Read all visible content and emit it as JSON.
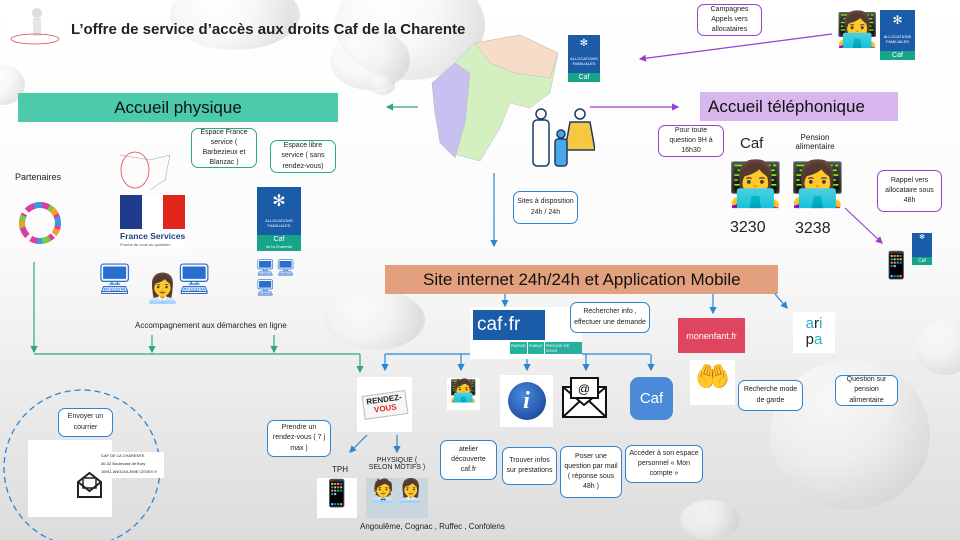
{
  "title": "L’offre de service d’accès aux droits Caf de la Charente",
  "colors": {
    "accueil_physique": "#4dc9ab",
    "accueil_telephonique": "#d8b6ee",
    "site_internet": "#e3a07e",
    "blue_lines": "#2a86d4",
    "green_lines": "#2aa889",
    "purple_lines": "#9b3fd0"
  },
  "caf_logo": {
    "top": "ALLOCATIONS FAMILIALES",
    "name": "Caf",
    "sub": "de la Charente"
  },
  "physique": {
    "header": "Accueil physique",
    "partenaires": "Partenaires",
    "bubble_france": "Espace France service ( Barbezieux et Blanzac )",
    "france_services": "France Services",
    "france_services_sub": "Proche de vous au quotidien",
    "bubble_libre": "Espace libre service ( sans rendez-vous)",
    "accompagnement": "Accompagnement aux démarches en ligne"
  },
  "telephone": {
    "header": "Accueil téléphonique",
    "bubble_campagnes": "Campagnes Appels vers allocataires",
    "bubble_question": "Pour toute question 9H à 16h30",
    "caf_label": "Caf",
    "caf_number": "3230",
    "pension_label": "Pension alimentaire",
    "pension_number": "3238",
    "bubble_rappel": "Rappel vers allocataire sous 48h"
  },
  "internet": {
    "header": "Site internet 24h/24h et Application Mobile",
    "bubble_sites": "Sites à disposition 24h / 24h",
    "cafr_logo": "caf·fr",
    "cafr_tags": [
      "RAPIDE",
      "FIABLE",
      "PROCHE DE VOUS"
    ],
    "bubble_cafr": "Rechercher info , effectuer une demande",
    "monenfant": "monenfant.fr",
    "bubble_garde": "Recherche mode de garde",
    "aripa": [
      "a",
      "r",
      "i",
      "p",
      "a"
    ],
    "bubble_aripa": "Question sur pension alimentaire",
    "bubble_atelier": "atelier découverte caf.fr",
    "bubble_infos": "Trouver infos sur prestations",
    "bubble_mail": "Poser une question par mail ( réponse sous 48h )",
    "bubble_compte": "Accéder à son espace personnel « Mon compte »",
    "caf_app": "Caf"
  },
  "rdv": {
    "sign": [
      "RENDEZ-",
      "VOUS"
    ],
    "bubble": "Prendre un rendez-vous ( 7 j max )",
    "tph": "TPH",
    "physique": "PHYSIQUE ( SELON MOTIFS )",
    "lieux": "Angoulême, Cognac , Ruffec , Confolens"
  },
  "courrier": {
    "bubble": "Envoyer un courrier",
    "address": [
      "CAF DE LA CHARENTE",
      "30-32 Boulevard de Bury",
      "16911 ANGOULEME CEDEX 9"
    ]
  }
}
